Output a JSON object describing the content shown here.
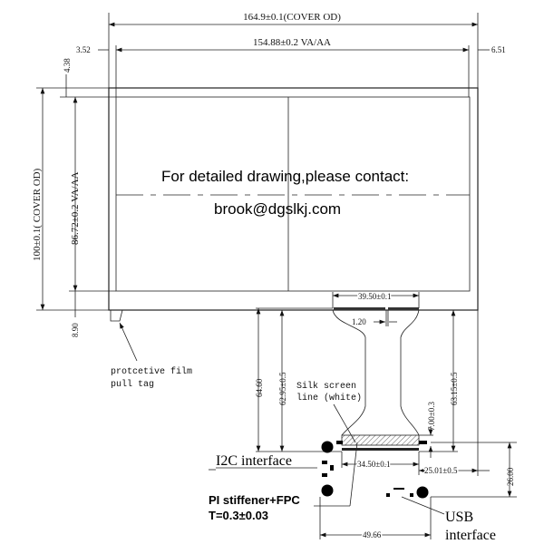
{
  "dimensions": {
    "cover_width": "164.9±0.1(COVER OD)",
    "va_width": "154.88±0.2  VA/AA",
    "left_margin": "3.52",
    "right_margin": "6.51",
    "top_margin": "4.38",
    "cover_height": "100±0.1( COVER OD)",
    "va_height": "86.72±0.2 VA/AA",
    "bottom_margin": "8.90",
    "fpc_top_width": "39.50±0.1",
    "fpc_gap": "1.20",
    "fpc_length_1": "64.60",
    "fpc_length_2": "62.95±0.5",
    "fpc_length_3": "63.15±0.5",
    "stiffener_height": "7.00±0.3",
    "stiffener_width": "34.50±0.1",
    "offset_right": "25.01±0.5",
    "height_26": "26.00",
    "hole_spacing": "49.66"
  },
  "notes": {
    "contact_line": "For detailed drawing,please contact:",
    "email": "brook@dgslkj.com",
    "pull_tag_1": "protcetive film",
    "pull_tag_2": "pull tag",
    "silk_1": "Silk screen",
    "silk_2": "line (white)",
    "i2c": "I2C interface",
    "pi_1": "PI stiffener+FPC",
    "pi_2": "T=0.3±0.03",
    "usb_1": "USB",
    "usb_2": "interface"
  }
}
